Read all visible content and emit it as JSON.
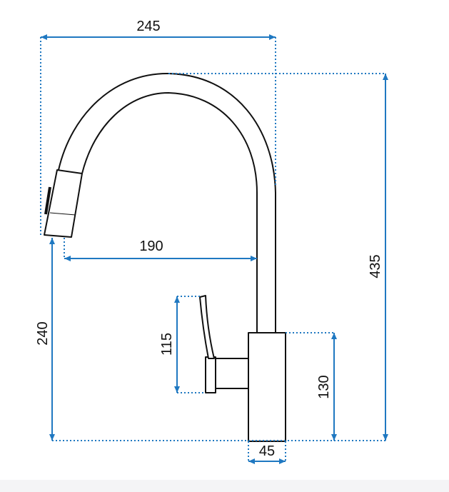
{
  "colors": {
    "dimension": "#1f78c1",
    "outline": "#111111",
    "background": "#ffffff",
    "footer_band": "#f4f4f6"
  },
  "dimensions": {
    "width_total": "245",
    "reach": "190",
    "height_total": "435",
    "spout_outlet_height": "240",
    "lever_height": "115",
    "body_height": "130",
    "base_width": "45"
  }
}
